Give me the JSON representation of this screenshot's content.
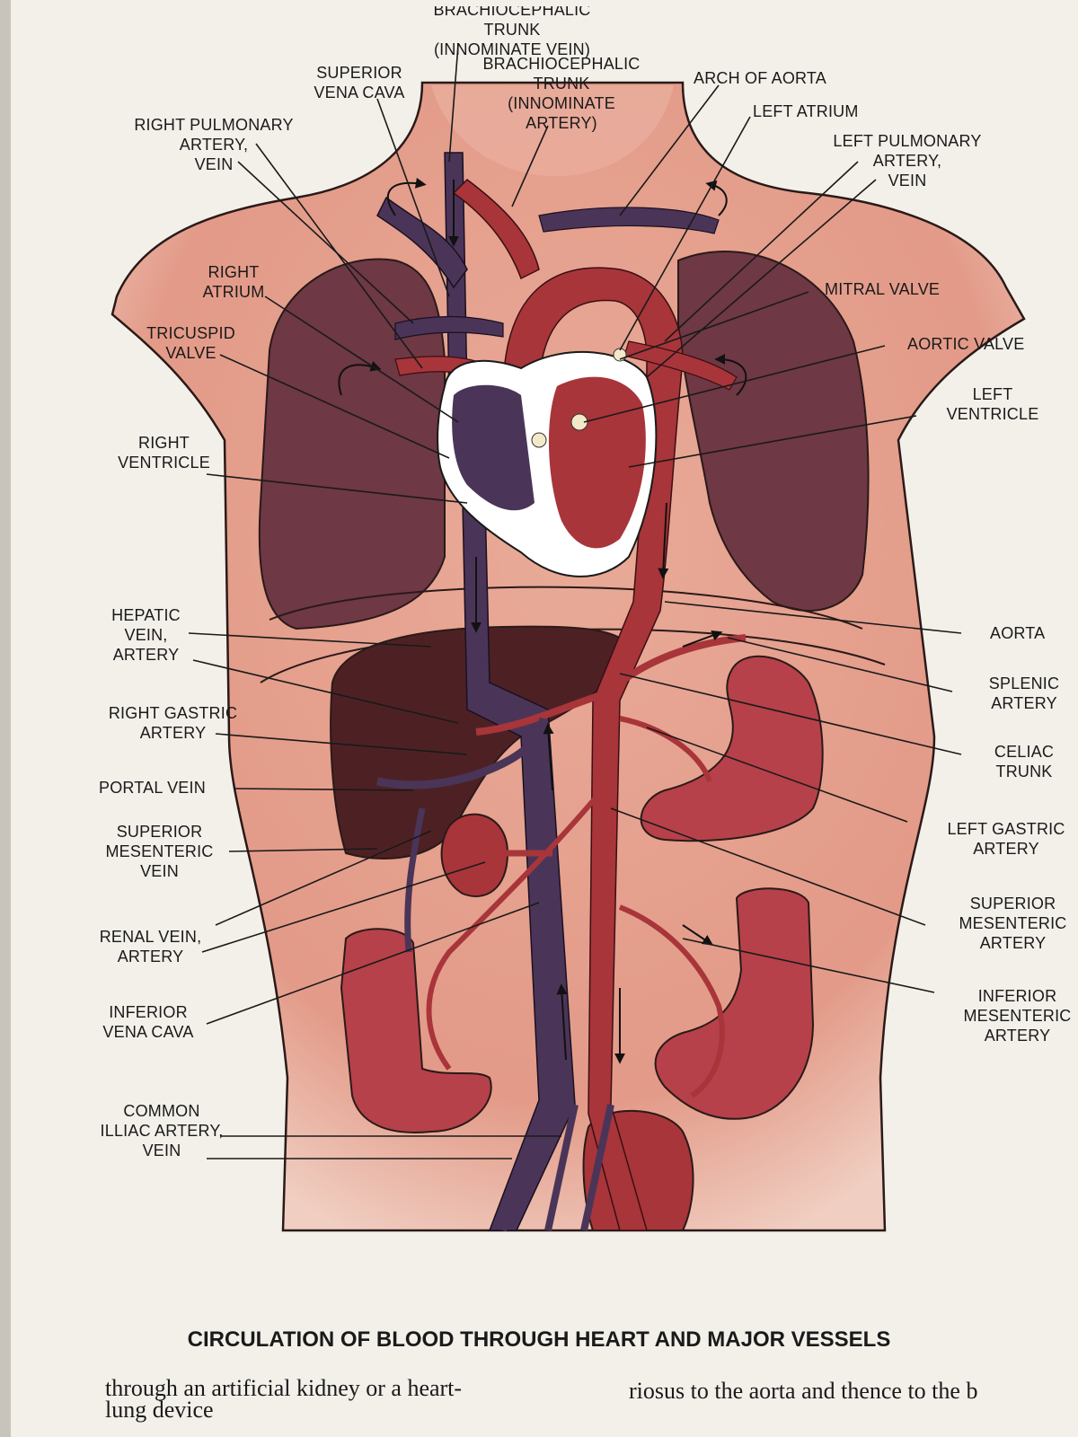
{
  "caption": "CIRCULATION OF BLOOD THROUGH HEART AND MAJOR VESSELS",
  "labels": {
    "brachio_vein": "BRACHIOCEPHALIC\nTRUNK\n(INNOMINATE VEIN)",
    "superior_vena_cava": "SUPERIOR\nVENA CAVA",
    "brachio_artery": "BRACHIOCEPHALIC\nTRUNK\n(INNOMINATE\nARTERY)",
    "arch_of_aorta": "ARCH OF AORTA",
    "left_atrium": "LEFT ATRIUM",
    "right_pulmonary": "RIGHT PULMONARY\nARTERY,\nVEIN",
    "left_pulmonary": "LEFT PULMONARY\nARTERY,\nVEIN",
    "right_atrium": "RIGHT\nATRIUM",
    "mitral_valve": "MITRAL VALVE",
    "tricuspid_valve": "TRICUSPID\nVALVE",
    "aortic_valve": "AORTIC VALVE",
    "left_ventricle": "LEFT\nVENTRICLE",
    "right_ventricle": "RIGHT\nVENTRICLE",
    "hepatic": "HEPATIC\nVEIN,\nARTERY",
    "aorta": "AORTA",
    "splenic_artery": "SPLENIC\nARTERY",
    "right_gastric": "RIGHT GASTRIC\nARTERY",
    "celiac_trunk": "CELIAC\nTRUNK",
    "portal_vein": "PORTAL VEIN",
    "left_gastric": "LEFT GASTRIC\nARTERY",
    "sup_mes_vein": "SUPERIOR\nMESENTERIC\nVEIN",
    "sup_mes_artery": "SUPERIOR\nMESENTERIC\nARTERY",
    "renal": "RENAL VEIN,\nARTERY",
    "inf_mes_artery": "INFERIOR\nMESENTERIC\nARTERY",
    "inferior_vena_cava": "INFERIOR\nVENA CAVA",
    "common_iliac": "COMMON\nILLIAC ARTERY,\nVEIN"
  },
  "body_text": {
    "left": "through an artificial kidney or a heart-\nlung device",
    "right": "riosus to the aorta and thence to the b"
  },
  "colors": {
    "skin": "#e7a795",
    "skin_light": "#edc0b0",
    "lung": "#6e3845",
    "vein": "#4a3558",
    "artery": "#a8353a",
    "liver": "#4d2124",
    "organ": "#b6414a",
    "heart_white": "#ffffff"
  }
}
